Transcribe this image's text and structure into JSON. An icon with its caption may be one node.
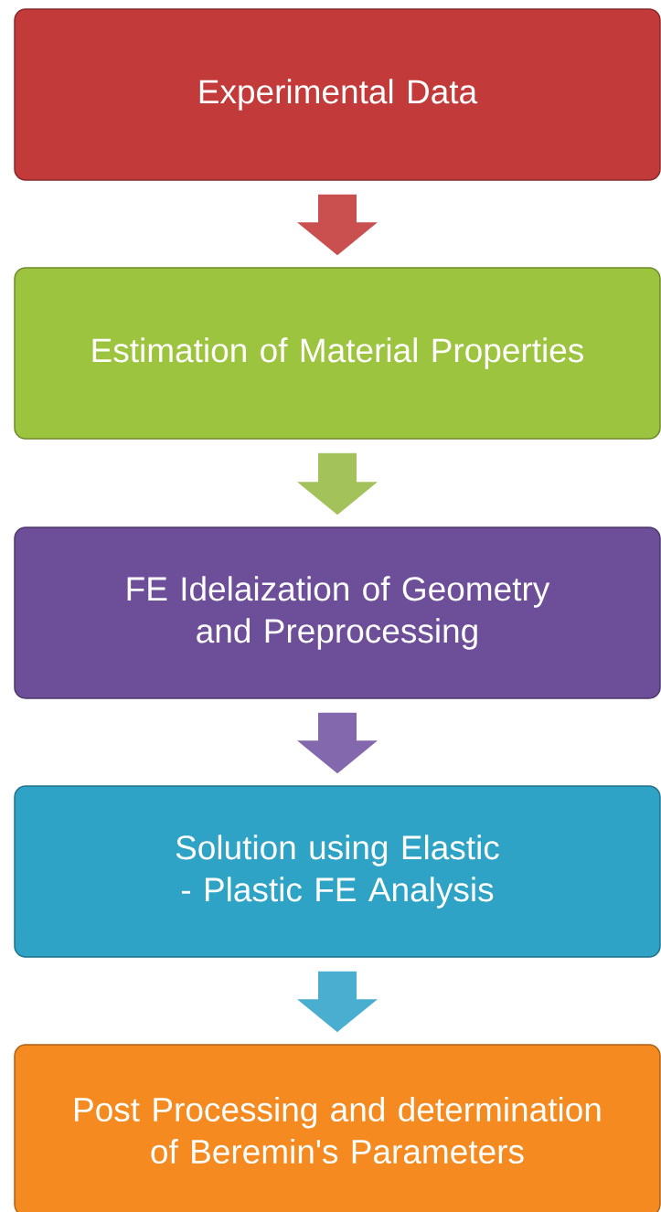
{
  "diagram": {
    "nodes": [
      {
        "text": [
          "Experimental Data"
        ]
      },
      {
        "text": [
          "Estimation of Material Properties"
        ]
      },
      {
        "text": [
          "FE Idelaization of Geometry and Preprocessing"
        ]
      },
      {
        "text": [
          "Solution using Elastic - Plastic FE Analysis"
        ]
      },
      {
        "text": [
          "Post Processing and determination of Beremin's Parameters"
        ]
      }
    ],
    "edges": [
      {
        "from": 0,
        "to": 1,
        "arrow": "to",
        "color": "#c9504f"
      },
      {
        "from": 1,
        "to": 2,
        "arrow": "to",
        "color": "#a3c25a"
      },
      {
        "from": 2,
        "to": 3,
        "arrow": "to",
        "color": "#8468ad"
      },
      {
        "from": 3,
        "to": 4,
        "arrow": "to",
        "color": "#4aaed0"
      }
    ]
  }
}
